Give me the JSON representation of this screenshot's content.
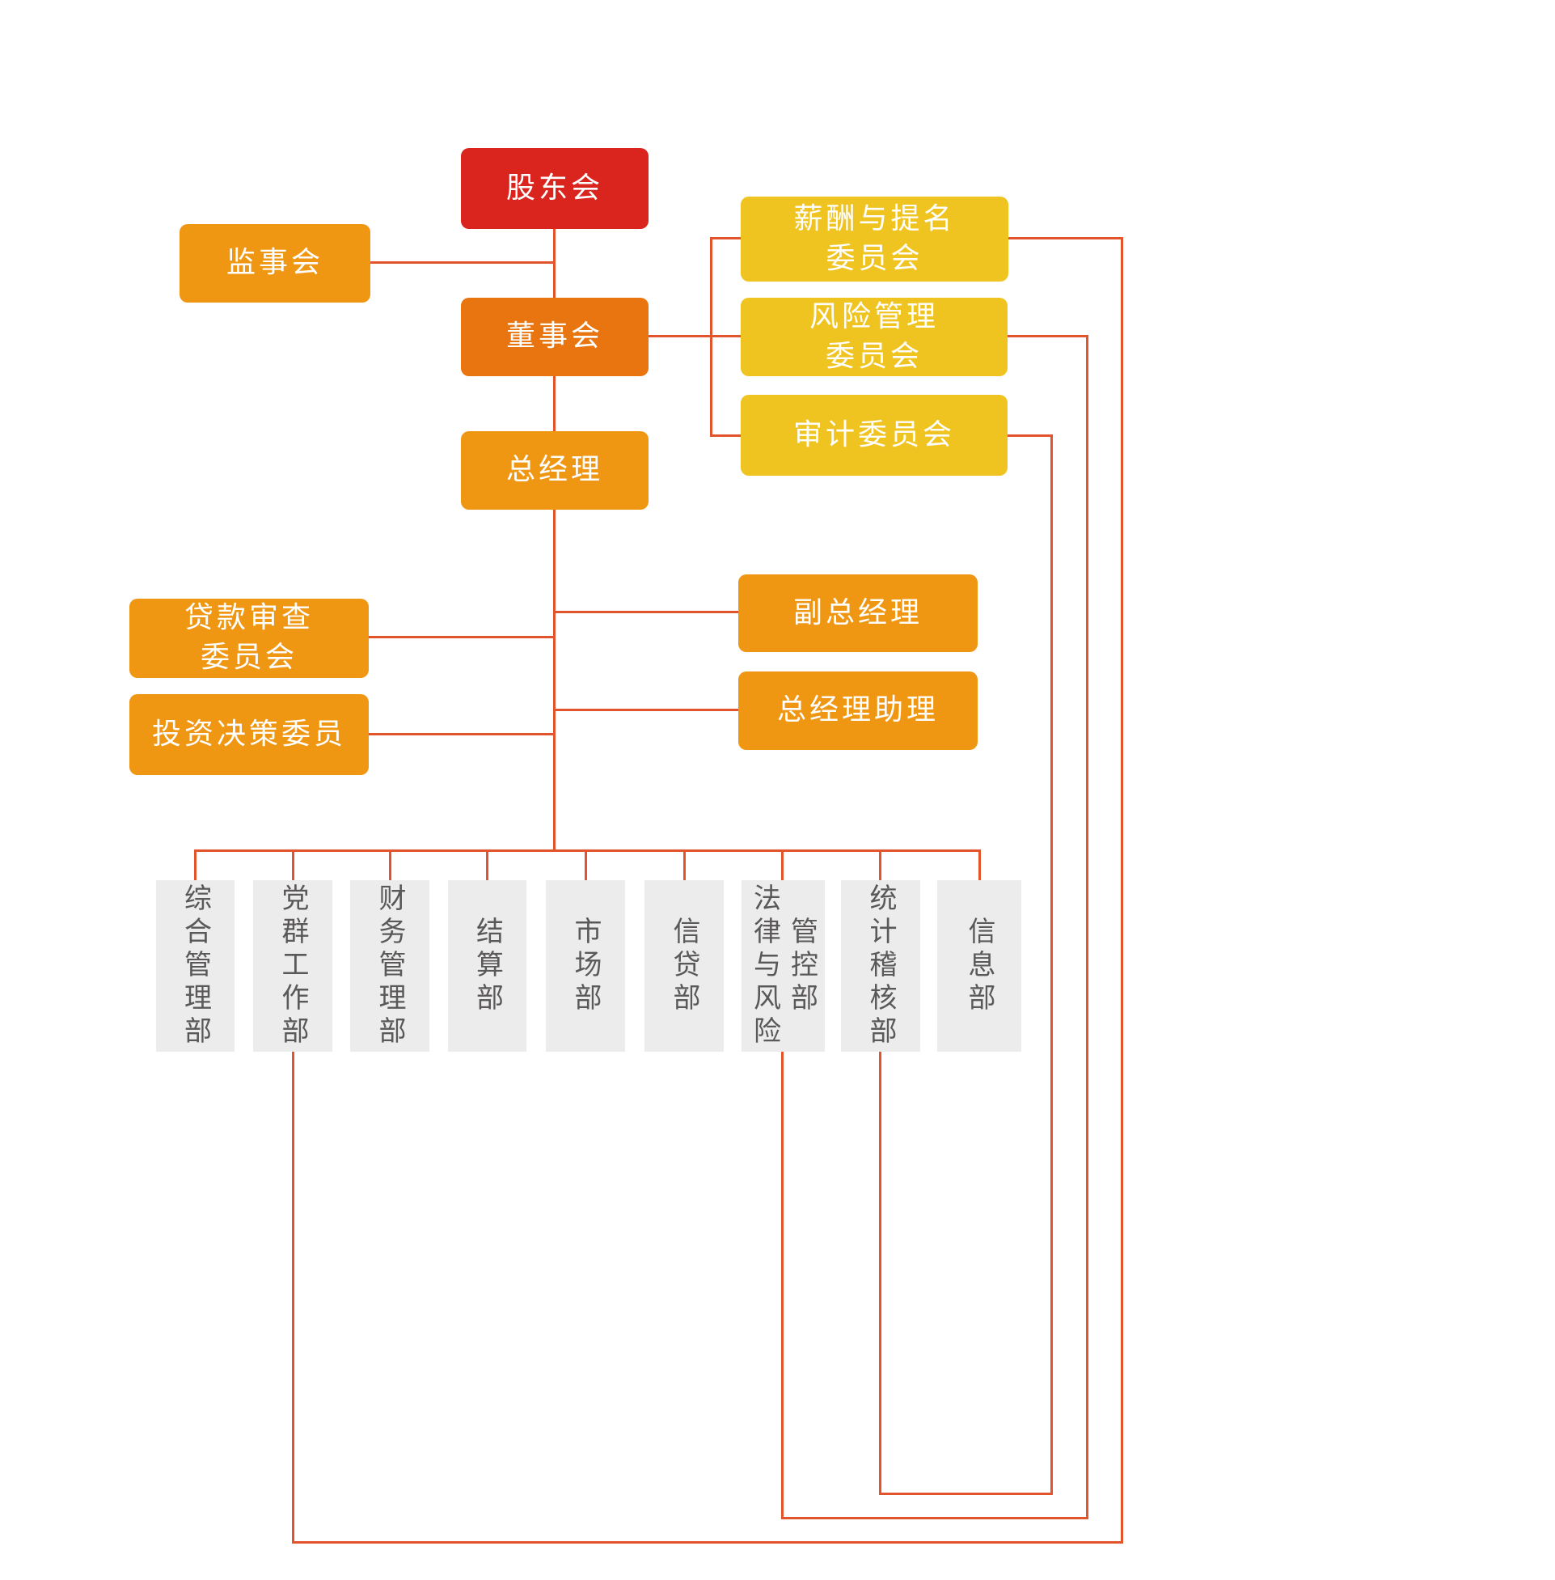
{
  "colors": {
    "red": "#d9251d",
    "orange": "#ef9612",
    "dark_orange": "#e8750f",
    "yellow": "#f0c420",
    "gray_box": "#ececec",
    "gray_text": "#5a5858",
    "line": "#e2542b"
  },
  "nodes": {
    "shareholders": {
      "label": "股东会"
    },
    "supervisory_board": {
      "label": "监事会"
    },
    "board_of_directors": {
      "label": "董事会"
    },
    "remuneration_committee": {
      "label": "薪酬与提名\n委员会"
    },
    "risk_committee": {
      "label": "风险管理\n委员会"
    },
    "audit_committee": {
      "label": "审计委员会"
    },
    "general_manager": {
      "label": "总经理"
    },
    "loan_review_committee": {
      "label": "贷款审查\n委员会"
    },
    "investment_committee": {
      "label": "投资决策委员"
    },
    "deputy_general_manager": {
      "label": "副总经理"
    },
    "gm_assistant": {
      "label": "总经理助理"
    },
    "departments": [
      {
        "label": "综合管理部"
      },
      {
        "label": "党群工作部"
      },
      {
        "label": "财务管理部"
      },
      {
        "label": "结算部"
      },
      {
        "label": "市场部"
      },
      {
        "label": "信贷部"
      },
      {
        "label": "法律与风险\n管控部"
      },
      {
        "label": "统计稽核部"
      },
      {
        "label": "信息部"
      }
    ]
  }
}
